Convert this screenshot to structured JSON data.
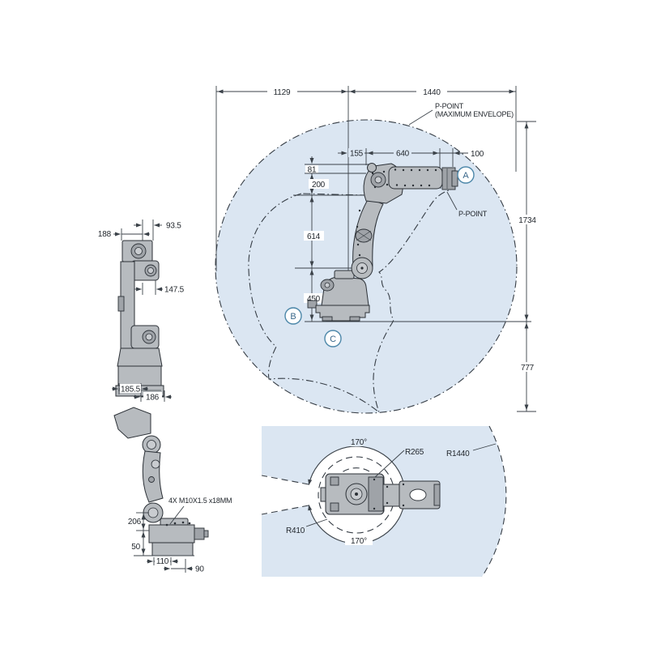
{
  "title": "Robot dimensions and working envelope diagram",
  "colors": {
    "envelope_fill": "#dbe6f2",
    "line": "#3b4249",
    "robot_fill": "#b7bbbf",
    "robot_line": "#2c3137",
    "balloon_accent": "#4c87a9"
  },
  "side": {
    "d1129": "1129",
    "d1440": "1440",
    "pmax1": "P-POINT",
    "pmax2": "(MAXIMUM ENVELOPE)",
    "d155": "155",
    "d640": "640",
    "d100": "100",
    "d81": "81",
    "d200": "200",
    "d614": "614",
    "d450": "450",
    "d1734": "1734",
    "d777": "777",
    "ppoint": "P-POINT",
    "la": "A",
    "lb": "B",
    "lc": "C"
  },
  "front": {
    "d935": "93.5",
    "d188": "188",
    "d1475": "147.5",
    "d1855": "185.5",
    "d186": "186"
  },
  "mount": {
    "note": "4X M10X1.5 x18MM",
    "d206": "206",
    "d50": "50",
    "d110": "110",
    "d90": "90"
  },
  "top": {
    "a1": "170°",
    "a2": "170°",
    "r265": "R265",
    "r410": "R410",
    "r1440": "R1440"
  }
}
